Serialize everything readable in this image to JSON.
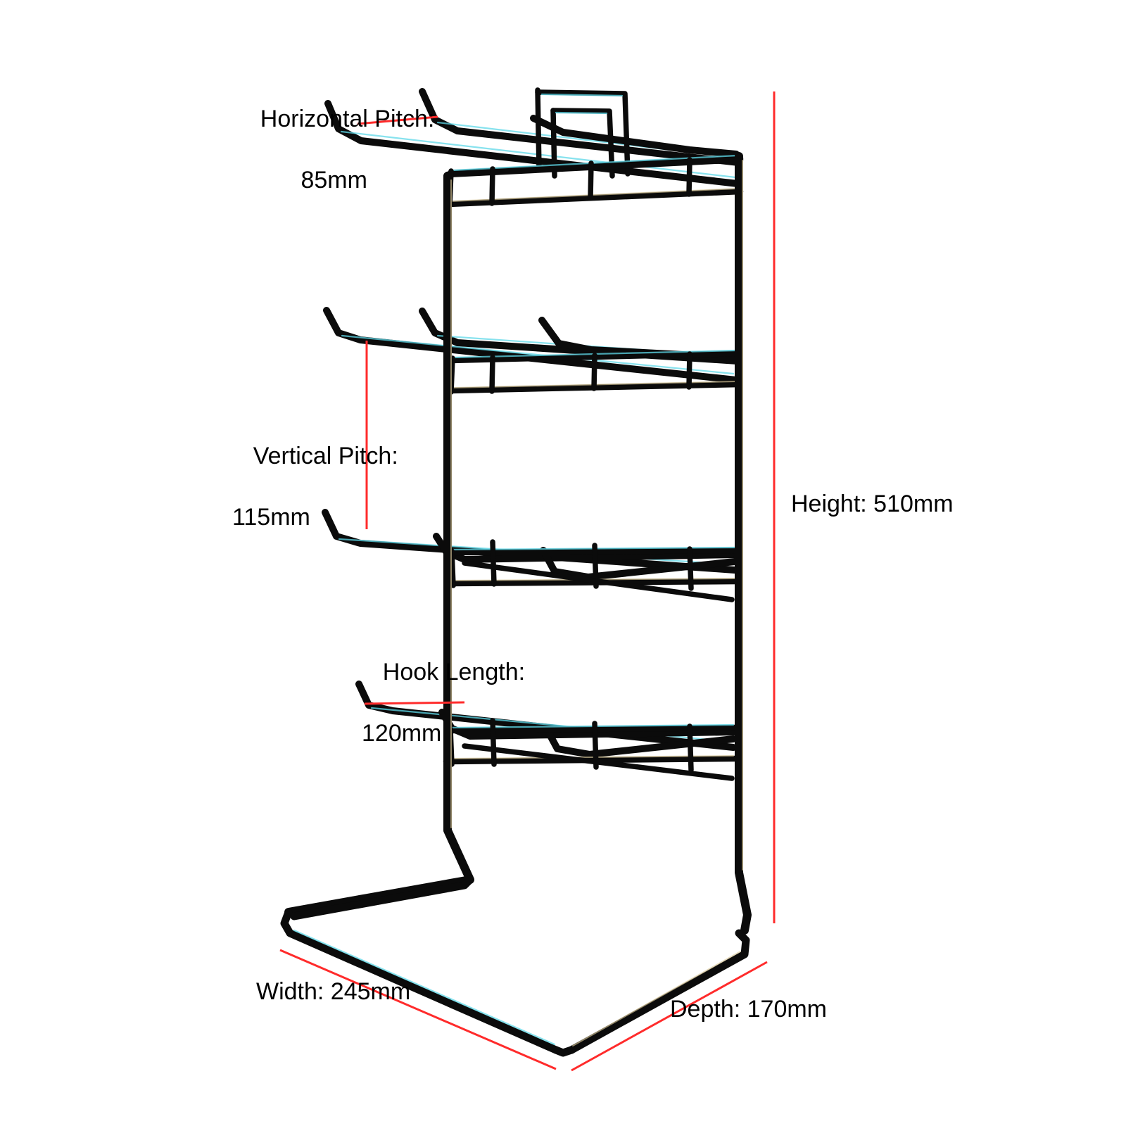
{
  "diagram": {
    "title": "Wire Counter Display Rack Dimensions",
    "subject": "4-tier wire hook display stand",
    "background_color": "#ffffff",
    "wire_color": "#0b0b0b",
    "dimension_color": "#ff2b2b",
    "text_color": "#000000",
    "tier_count": 4,
    "hooks_per_tier": 3
  },
  "annotations": {
    "horizontal_pitch": {
      "name": "horizontal-pitch",
      "label_line1": "Horizontal Pitch:",
      "label_line2": "85mm",
      "value": 85,
      "unit": "mm",
      "measures": "spacing between adjacent hook tips"
    },
    "vertical_pitch": {
      "name": "vertical-pitch",
      "label_line1": "Vertical Pitch:",
      "label_line2": "115mm",
      "value": 115,
      "unit": "mm",
      "measures": "spacing between hook tiers"
    },
    "hook_length": {
      "name": "hook-length",
      "label_line1": "Hook Length:",
      "label_line2": "120mm",
      "value": 120,
      "unit": "mm",
      "measures": "hook projection from frame post"
    },
    "height": {
      "name": "overall-height",
      "label": "Height: 510mm",
      "value": 510,
      "unit": "mm",
      "measures": "overall stand height"
    },
    "width": {
      "name": "overall-width",
      "label": "Width: 245mm",
      "value": 245,
      "unit": "mm",
      "measures": "base width"
    },
    "depth": {
      "name": "overall-depth",
      "label": "Depth: 170mm",
      "value": 170,
      "unit": "mm",
      "measures": "base depth"
    }
  }
}
